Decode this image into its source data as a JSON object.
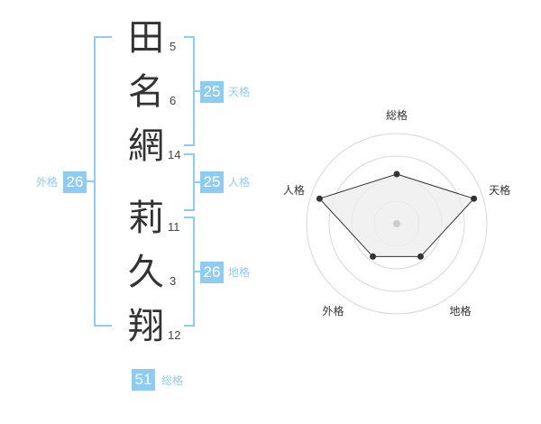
{
  "name_chars": [
    {
      "char": "田",
      "strokes": "5"
    },
    {
      "char": "名",
      "strokes": "6"
    },
    {
      "char": "網",
      "strokes": "14"
    },
    {
      "char": "莉",
      "strokes": "11"
    },
    {
      "char": "久",
      "strokes": "3"
    },
    {
      "char": "翔",
      "strokes": "12"
    }
  ],
  "fortune": {
    "tenkaku": {
      "value": "25",
      "label": "天格"
    },
    "jinkaku": {
      "value": "25",
      "label": "人格"
    },
    "chikaku": {
      "value": "26",
      "label": "地格"
    },
    "gaikaku": {
      "value": "26",
      "label": "外格"
    },
    "soukaku": {
      "value": "51",
      "label": "総格"
    }
  },
  "radar": {
    "axes": [
      "総格",
      "天格",
      "地格",
      "外格",
      "人格"
    ],
    "values": [
      0.55,
      0.9,
      0.45,
      0.45,
      0.9
    ],
    "colors": {
      "ring": "#d8d8d8",
      "fill": "#eeeeee",
      "line": "#333333",
      "center": "#cccccc"
    }
  },
  "colors": {
    "accent": "#8ecdf3"
  }
}
